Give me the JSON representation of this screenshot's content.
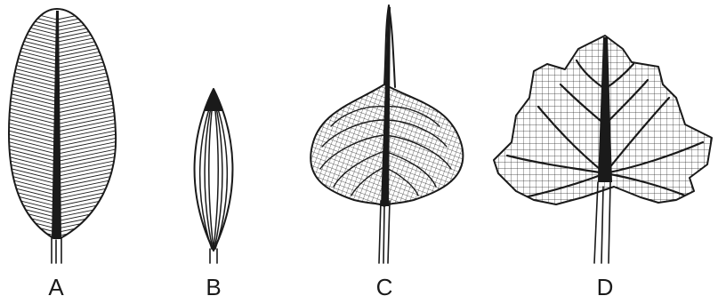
{
  "figure": {
    "leaves": [
      {
        "label": "A"
      },
      {
        "label": "B"
      },
      {
        "label": "C"
      },
      {
        "label": "D"
      }
    ]
  }
}
